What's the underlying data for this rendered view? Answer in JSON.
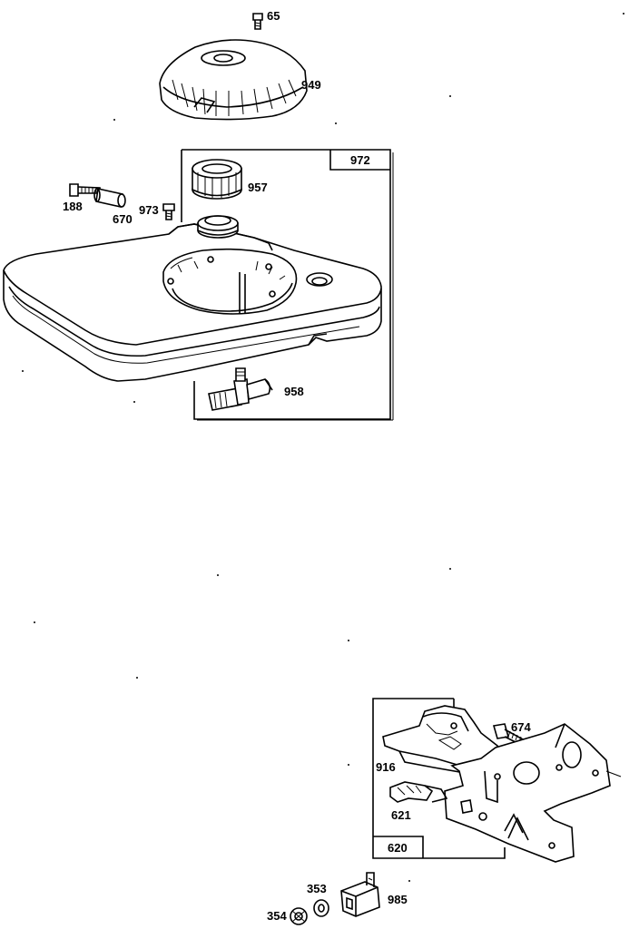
{
  "parts": {
    "p65": "65",
    "p949": "949",
    "p972": "972",
    "p957": "957",
    "p188": "188",
    "p670": "670",
    "p973": "973",
    "p958": "958",
    "p674": "674",
    "p916": "916",
    "p621": "621",
    "p620": "620",
    "p353": "353",
    "p354": "354",
    "p985": "985"
  }
}
